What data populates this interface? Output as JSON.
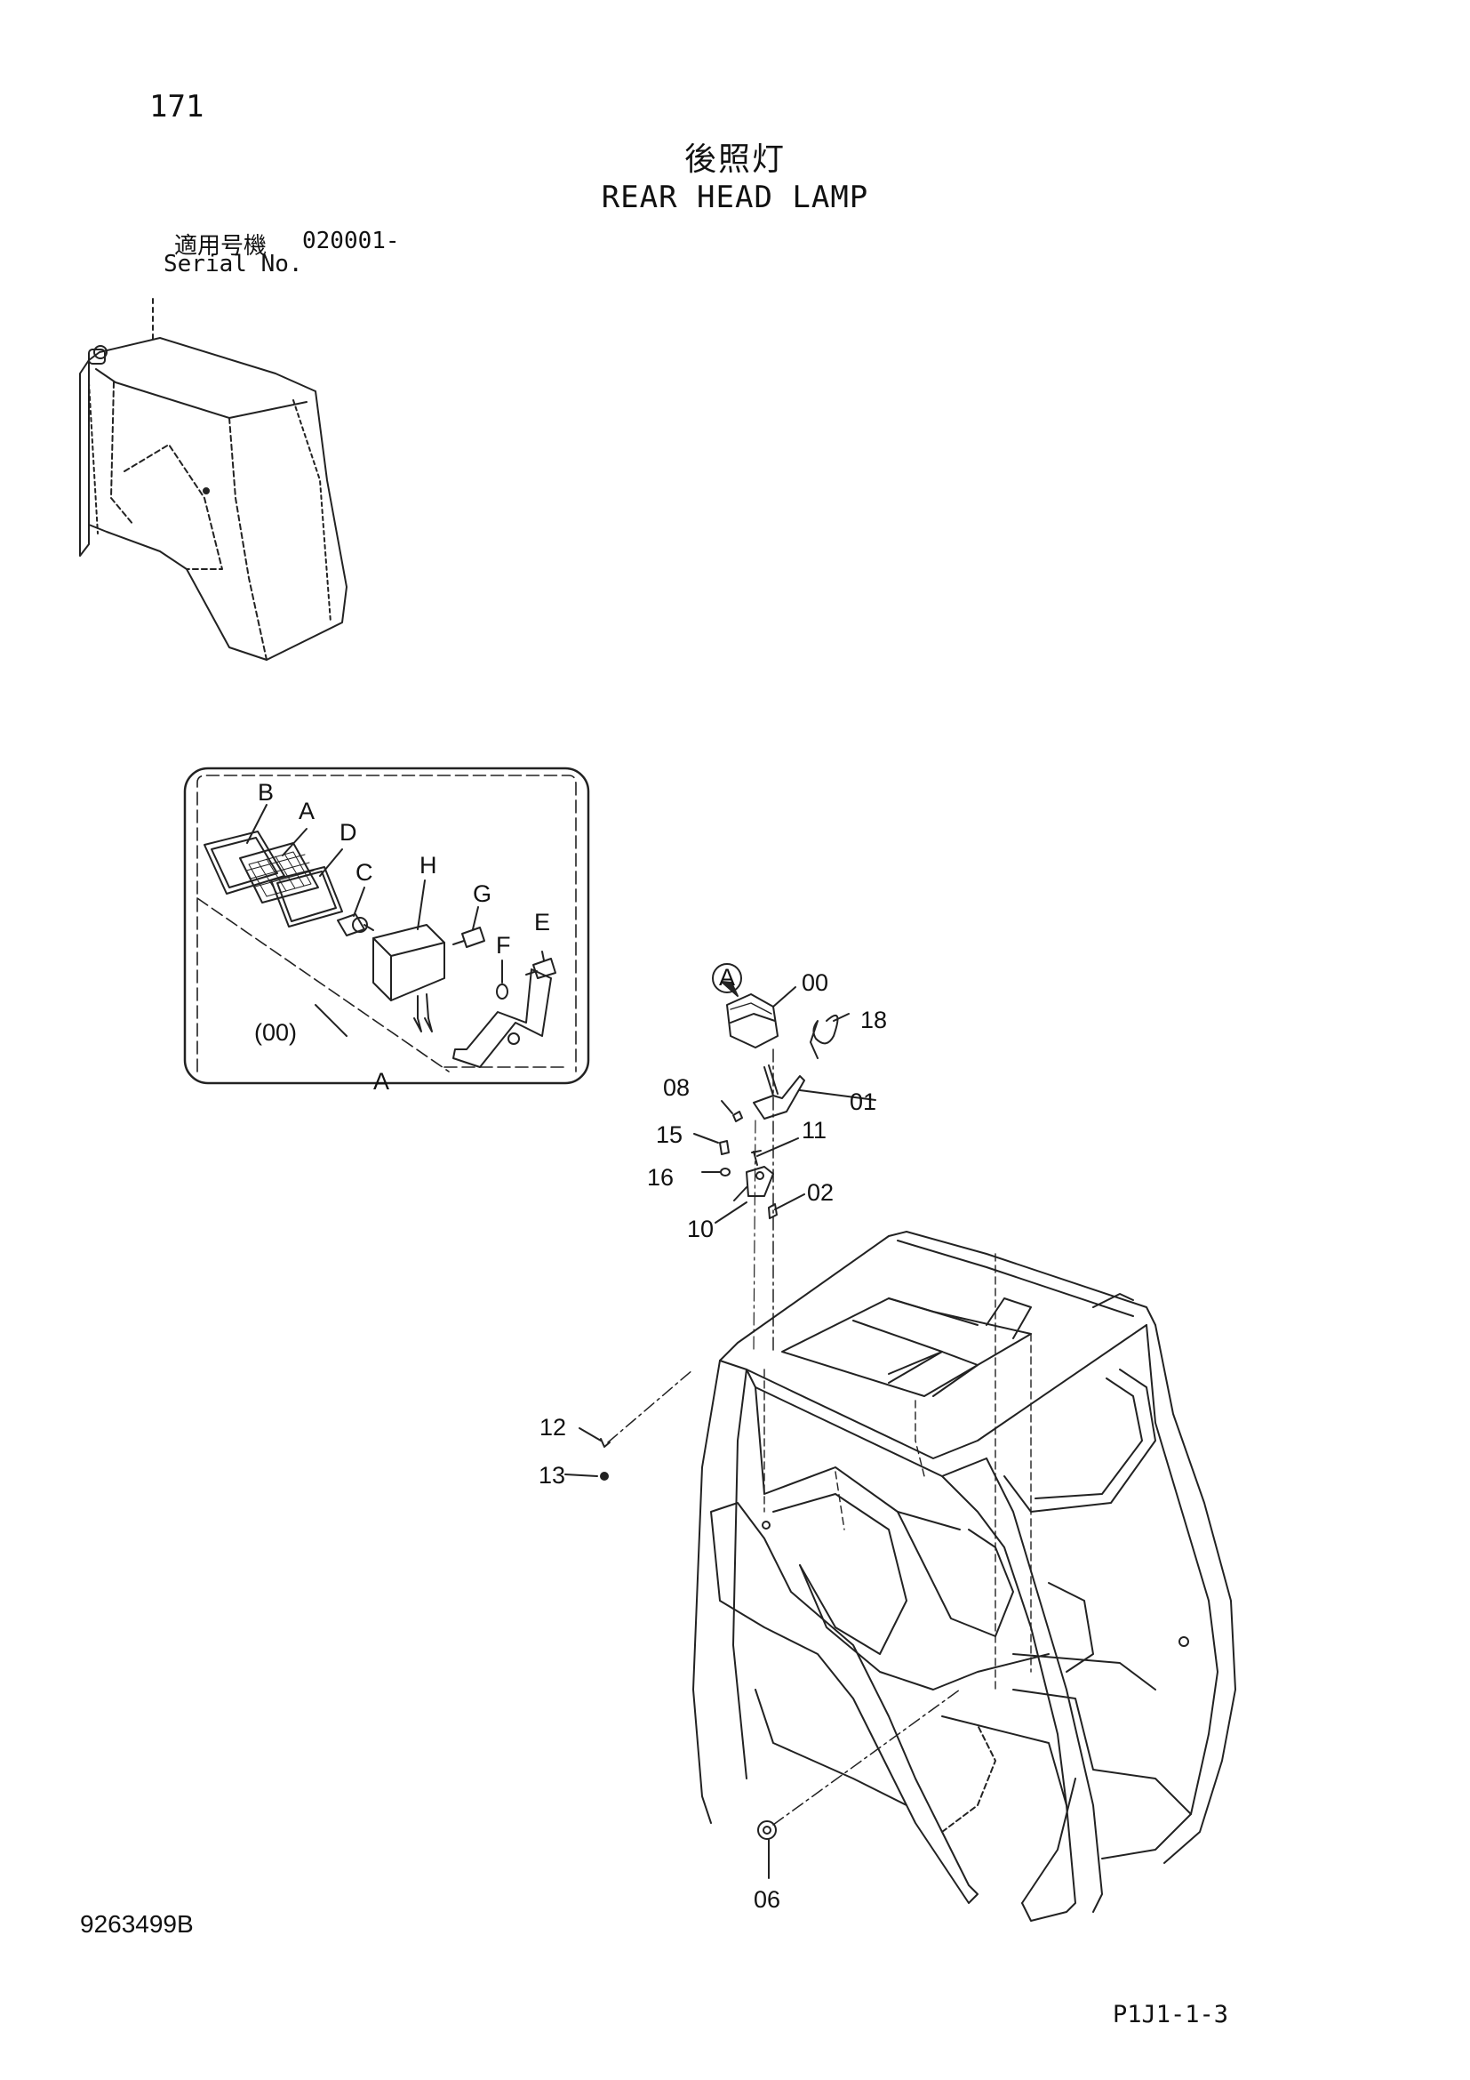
{
  "header": {
    "page_number": "171",
    "title_jp": "後照灯",
    "title_en": "REAR HEAD LAMP",
    "serial_label_jp": "適用号機",
    "serial_value": "020001-",
    "serial_label_en": "Serial No."
  },
  "detail": {
    "labels": [
      "B",
      "A",
      "D",
      "C",
      "H",
      "G",
      "E",
      "F",
      "(00)",
      "A"
    ]
  },
  "callouts": {
    "circle_label": "A",
    "parts": [
      "00",
      "18",
      "08",
      "01",
      "15",
      "11",
      "16",
      "02",
      "10",
      "12",
      "13",
      "06"
    ]
  },
  "footer": {
    "drawing_number": "9263499B",
    "page_code": "P1J1-1-3"
  }
}
